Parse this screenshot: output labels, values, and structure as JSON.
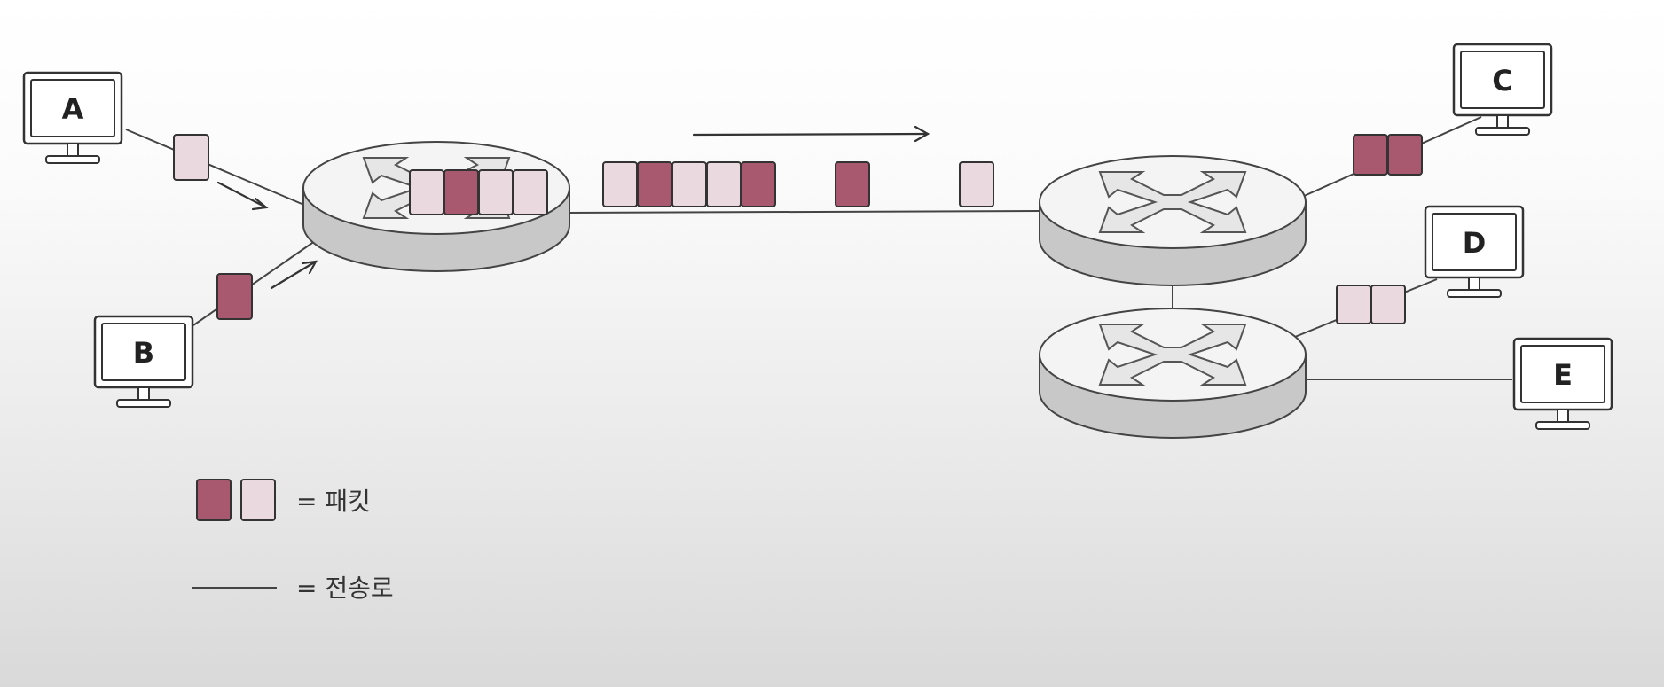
{
  "colors": {
    "packet_dark": "#a9596f",
    "packet_light": "#eadadf",
    "line": "#444444",
    "router_top": "#f4f4f4",
    "router_side": "#c8c8c8"
  },
  "icons": [
    "computer-icon",
    "router-icon",
    "packet-icon",
    "arrow-icon"
  ],
  "hosts": {
    "a": "A",
    "b": "B",
    "c": "C",
    "d": "D",
    "e": "E"
  },
  "legend": {
    "packet_text": "= 패킷",
    "line_text": "= 전송로"
  }
}
